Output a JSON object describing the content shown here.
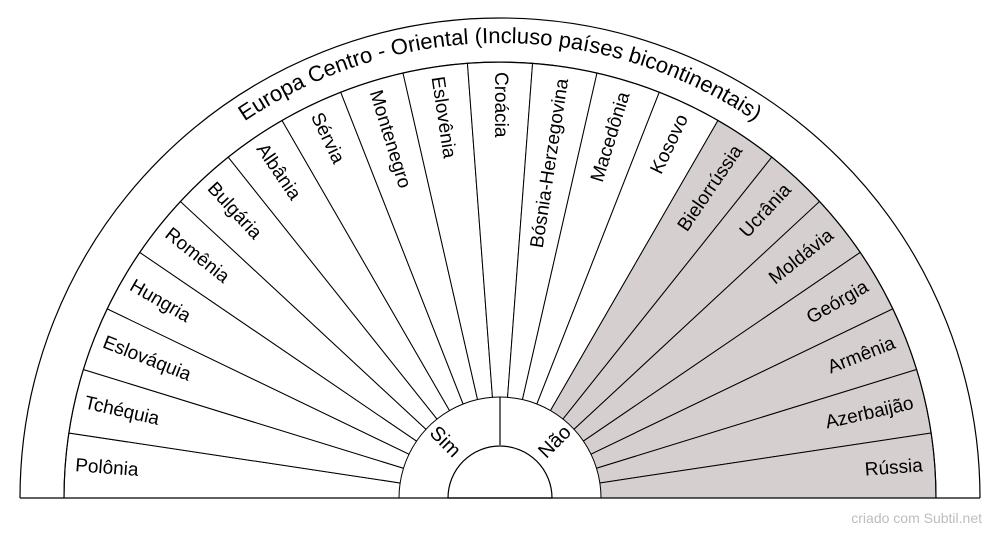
{
  "title": "Europa Centro - Oriental (Incluso países bicontinentais)",
  "inner_labels": {
    "left": "Sim",
    "right": "Não"
  },
  "sectors": [
    {
      "label": "Polônia",
      "shaded": false
    },
    {
      "label": "Tchéquia",
      "shaded": false
    },
    {
      "label": "Eslováquia",
      "shaded": false
    },
    {
      "label": "Hungria",
      "shaded": false
    },
    {
      "label": "Romênia",
      "shaded": false
    },
    {
      "label": "Bulgária",
      "shaded": false
    },
    {
      "label": "Albânia",
      "shaded": false
    },
    {
      "label": "Sérvia",
      "shaded": false
    },
    {
      "label": "Montenegro",
      "shaded": false
    },
    {
      "label": "Eslovênia",
      "shaded": false
    },
    {
      "label": "Croácia",
      "shaded": false
    },
    {
      "label": "Bósnia-Herzegovina",
      "shaded": false
    },
    {
      "label": "Macedônia",
      "shaded": false
    },
    {
      "label": "Kosovo",
      "shaded": false
    },
    {
      "label": "Bielorrússia",
      "shaded": true
    },
    {
      "label": "Ucrânia",
      "shaded": true
    },
    {
      "label": "Moldávia",
      "shaded": true
    },
    {
      "label": "Geórgia",
      "shaded": true
    },
    {
      "label": "Armênia",
      "shaded": true
    },
    {
      "label": "Azerbaijão",
      "shaded": true
    },
    {
      "label": "Rússia",
      "shaded": true
    }
  ],
  "colors": {
    "shaded": "#d5d0cf",
    "plain": "#ffffff",
    "stroke": "#000000"
  },
  "credit": "criado com Subtil.net"
}
